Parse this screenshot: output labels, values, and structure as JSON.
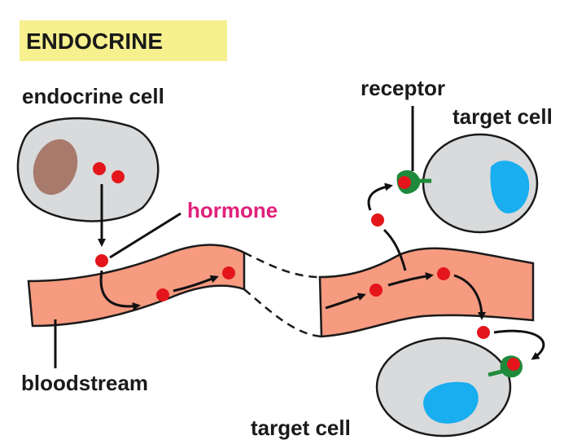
{
  "title": "ENDOCRINE",
  "labels": {
    "endocrine_cell": "endocrine cell",
    "receptor": "receptor",
    "target_cell_top": "target cell",
    "hormone": "hormone",
    "bloodstream": "bloodstream",
    "target_cell_bottom": "target cell"
  },
  "colors": {
    "title_bg": "#f6f08e",
    "hormone_text": "#e0207a",
    "hormone_dot": "#e4161b",
    "bloodstream": "#f69a80",
    "cell_fill": "#d8dadb",
    "nucleus_endocrine": "#a77a6c",
    "nucleus_target": "#18aef0",
    "receptor": "#1f8a3b"
  }
}
